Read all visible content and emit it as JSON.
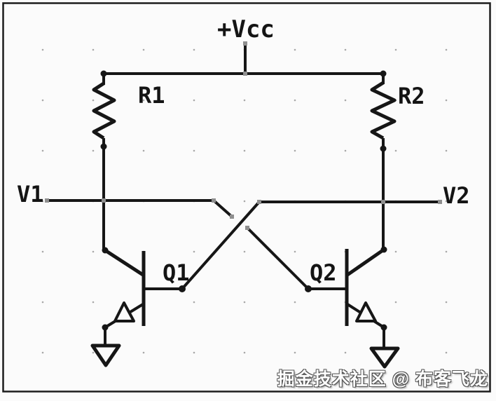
{
  "schematic": {
    "power_label": "+Vcc",
    "resistors": [
      {
        "label": "R1"
      },
      {
        "label": "R2"
      }
    ],
    "transistors": [
      {
        "label": "Q1"
      },
      {
        "label": "Q2"
      }
    ],
    "terminals": [
      {
        "label": "V1"
      },
      {
        "label": "V2"
      }
    ],
    "watermark": "掘金技术社区 @ 布客飞龙",
    "colors": {
      "wire": "#161616",
      "background": "#fbfbfb",
      "border": "#1c1c1c",
      "grid_dot": "#a8a8a8",
      "grip_handle": "#8f8f8f",
      "junction_dot": "#161616",
      "watermark_fill": "#ffffff",
      "watermark_outline": "#565656"
    }
  }
}
